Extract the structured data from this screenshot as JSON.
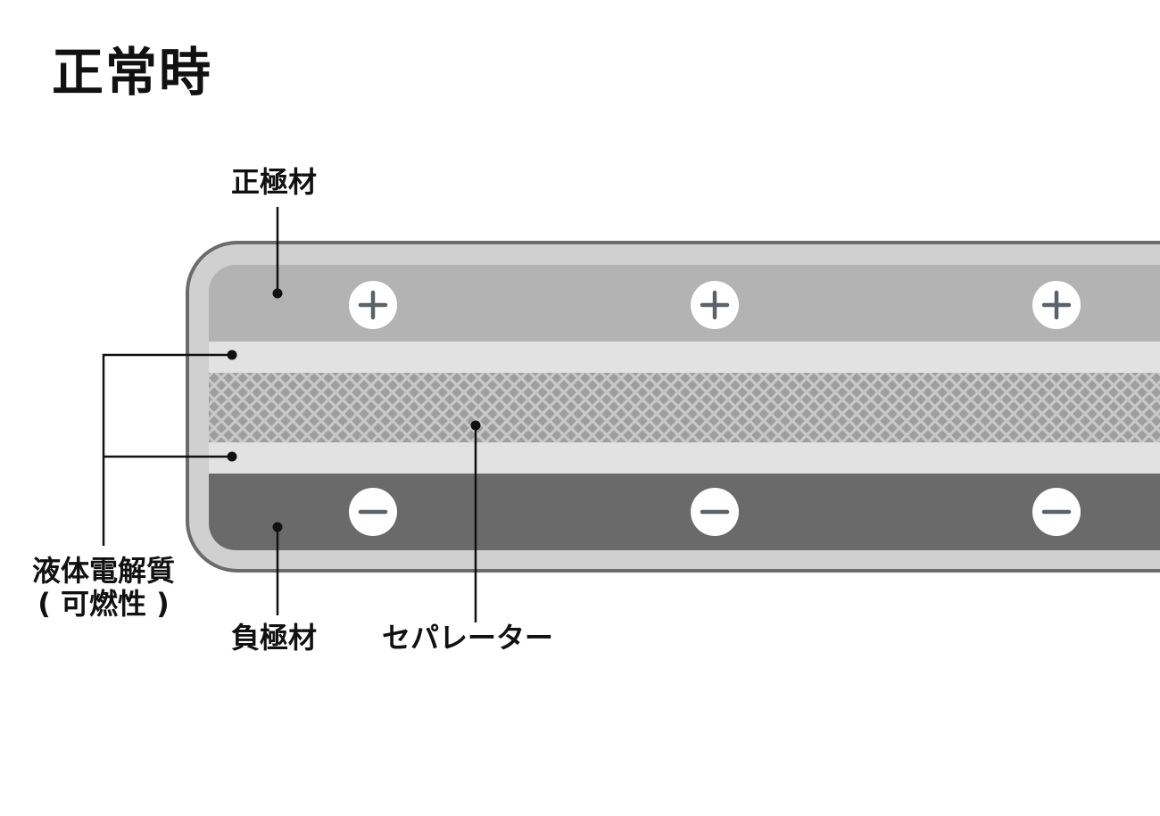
{
  "title": "正常時",
  "labels": {
    "positive_electrode": "正極材",
    "electrolyte_line1": "液体電解質",
    "electrolyte_line2": "( 可燃性 )",
    "negative_electrode": "負極材",
    "separator": "セパレーター"
  },
  "charges": {
    "positive_symbol": "+",
    "negative_symbol": "−",
    "positive_count": 3,
    "negative_count": 3
  },
  "colors": {
    "casing": "#6b6b6b",
    "casing_inner": "#d0d0d0",
    "positive_layer": "#b3b3b3",
    "electrolyte": "#e2e2e2",
    "separator": "#9e9e9e",
    "separator_mesh": "#c8c8c8",
    "negative_layer": "#6a6a6a",
    "symbol_color": "#5a626a",
    "text": "#111111"
  }
}
